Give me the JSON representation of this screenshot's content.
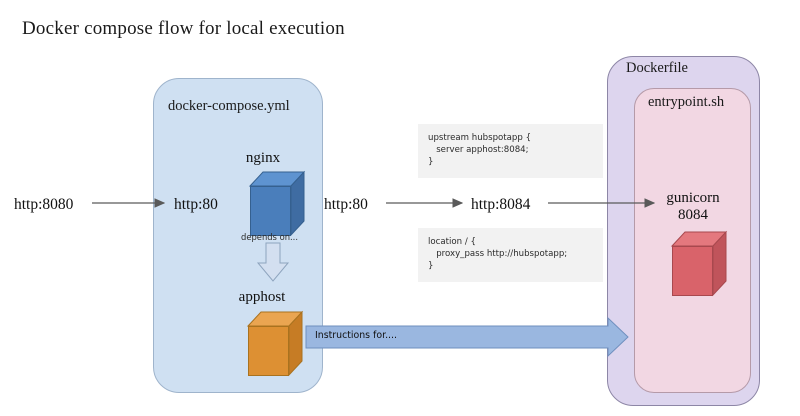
{
  "title": "Docker compose flow for local execution",
  "panels": {
    "compose": {
      "label": "docker-compose.yml",
      "color": "#cfe0f2"
    },
    "dockerfile": {
      "label": "Dockerfile",
      "color": "#ddd5ee"
    },
    "entrypoint": {
      "label": "entrypoint.sh",
      "color": "#f2d7e3"
    }
  },
  "nodes": {
    "nginx": {
      "caption": "nginx",
      "color": "#4a7ebb"
    },
    "apphost": {
      "caption": "apphost",
      "color": "#dd9033"
    },
    "gunicorn": {
      "caption_line1": "gunicorn",
      "caption_line2": "8084",
      "color": "#d9636a"
    }
  },
  "endpoints": {
    "external": "http:8080",
    "nginx_in": "http:80",
    "nginx_out": "http:80",
    "app_port": "http:8084"
  },
  "code": {
    "upstream": "upstream hubspotapp {\n   server apphost:8084;\n}",
    "location": "location / {\n   proxy_pass http://hubspotapp;\n}"
  },
  "arrows": {
    "depends_on": "depends on...",
    "instructions": "Instructions for...."
  }
}
